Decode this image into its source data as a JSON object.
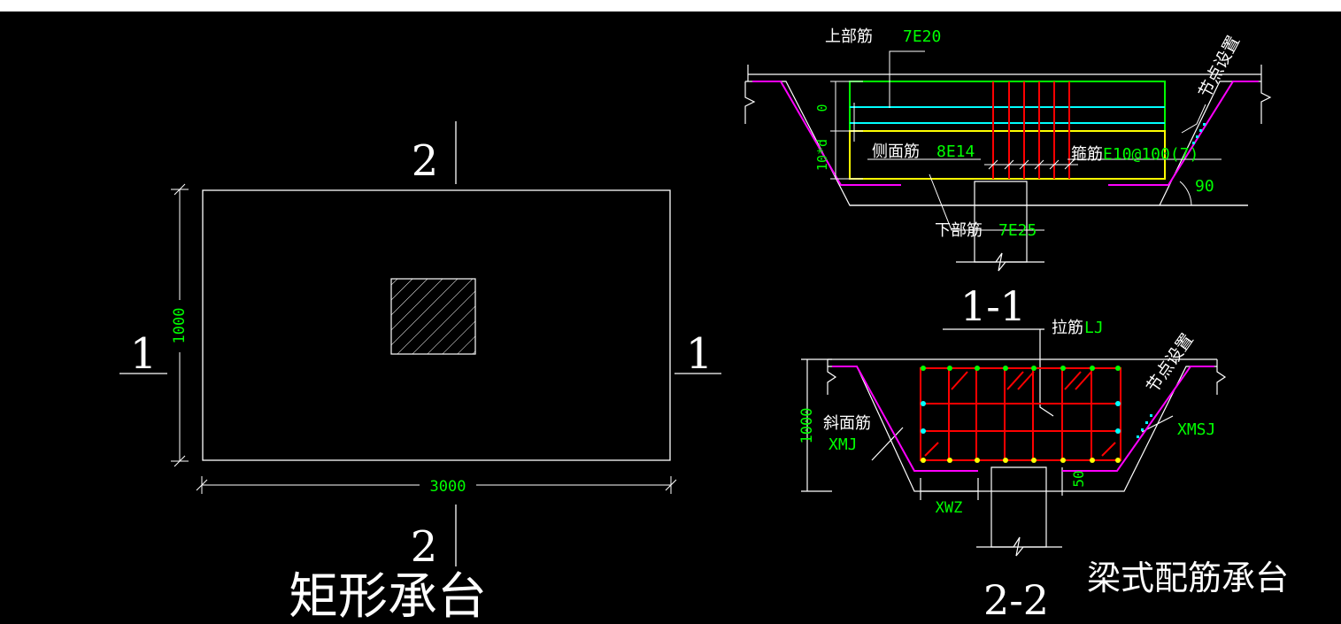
{
  "colors": {
    "background": "#000000",
    "line": "#ffffff",
    "dimension_text": "#00ff00",
    "top_rebar": "#00ff00",
    "side_rebar": "#00ffff",
    "bottom_rebar": "#ffff00",
    "stirrup": "#ff0000",
    "cap_outline": "#ff00ff"
  },
  "plan": {
    "section_mark_top": "2",
    "section_mark_bottom": "2",
    "section_mark_left": "1",
    "section_mark_right": "1",
    "dim_height": "1000",
    "dim_width": "3000",
    "title": "矩形承台"
  },
  "section_1_1": {
    "top_rebar_label": "上部筋",
    "top_rebar_value": "7E20",
    "node_label": "节点设置",
    "side_rebar_label": "侧面筋",
    "side_rebar_value": "8E14",
    "stirrup_label": "箍筋",
    "stirrup_value": "E10@100(7)",
    "bottom_rebar_label": "下部筋",
    "bottom_rebar_value": "7E25",
    "dim_zero": "0",
    "dim_10d": "10*d",
    "angle": "90",
    "title": "1-1"
  },
  "section_2_2": {
    "tie_label": "拉筋",
    "tie_value": "LJ",
    "node_label": "节点设置",
    "slope_label": "斜面筋",
    "slope_value": "XMJ",
    "xmsj": "XMSJ",
    "dim_height": "1000",
    "dim_50": "50",
    "xwz": "XWZ",
    "title": "2-2"
  },
  "figure_title": "梁式配筋承台"
}
